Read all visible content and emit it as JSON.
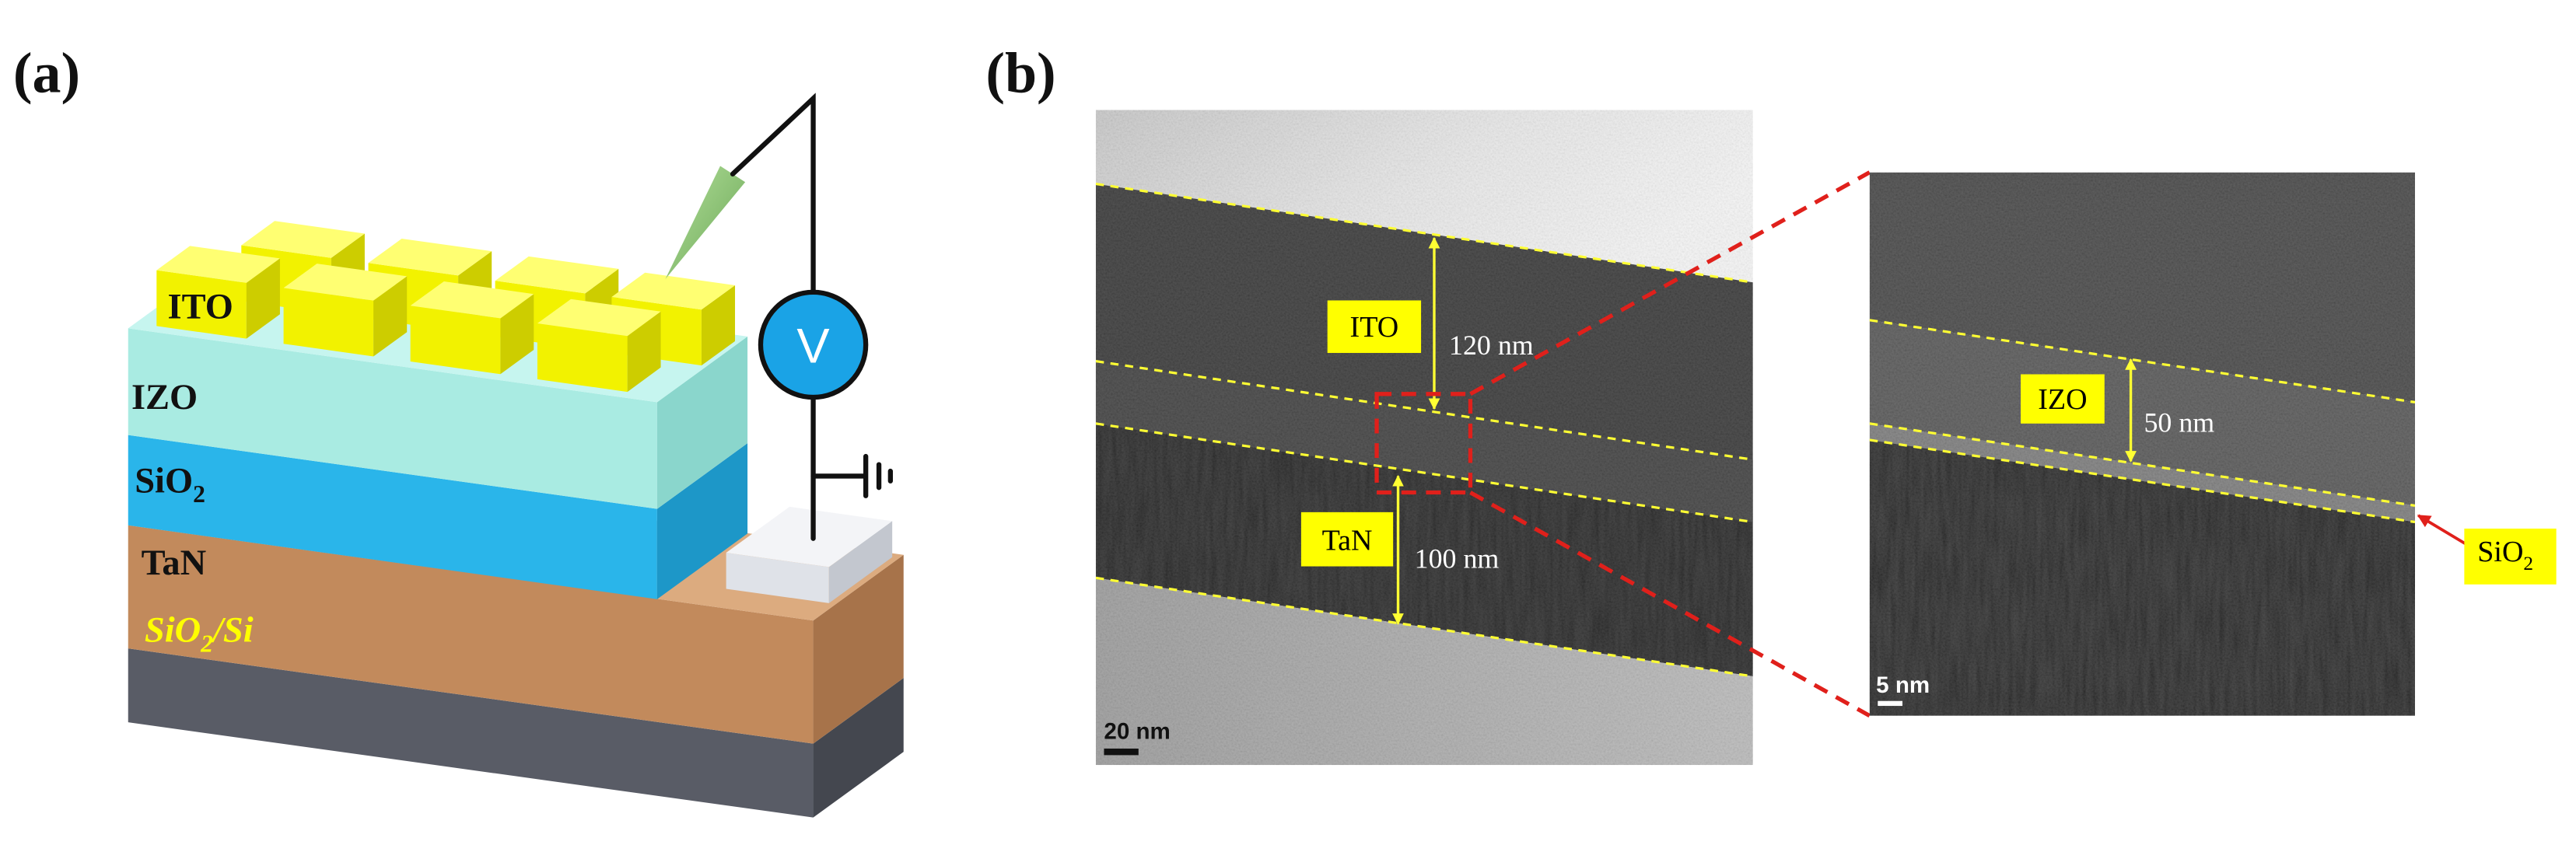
{
  "panel_a": {
    "label": "(a)",
    "layer_labels": {
      "ito": "ITO",
      "izo": "IZO",
      "sio2": {
        "base": "SiO",
        "sub": "2"
      },
      "tan": "TaN",
      "substrate": {
        "base": "SiO",
        "sub": "2",
        "suffix": "/Si"
      }
    },
    "voltmeter_symbol": "V"
  },
  "panel_b": {
    "label": "(b)",
    "overview_tem": {
      "ito_label": "ITO",
      "ito_thickness": "120 nm",
      "tan_label": "TaN",
      "tan_thickness": "100 nm",
      "scale_bar": "20 nm"
    },
    "zoom_tem": {
      "izo_label": "IZO",
      "izo_thickness": "50 nm",
      "sio2_label": {
        "base": "SiO",
        "sub": "2"
      },
      "scale_bar": "5 nm"
    }
  },
  "colors": {
    "ito": "#f2f200",
    "izo": "#a9ebe2",
    "sio2": "#2ab5ea",
    "tan": "#c28a5c",
    "substrate": "#595c66",
    "voltmeter": "#1aa3e6",
    "probe": "#8cc673",
    "label_box": "#ffff00",
    "interface_line": "#ffff33",
    "zoom_marker": "#e0201b"
  }
}
